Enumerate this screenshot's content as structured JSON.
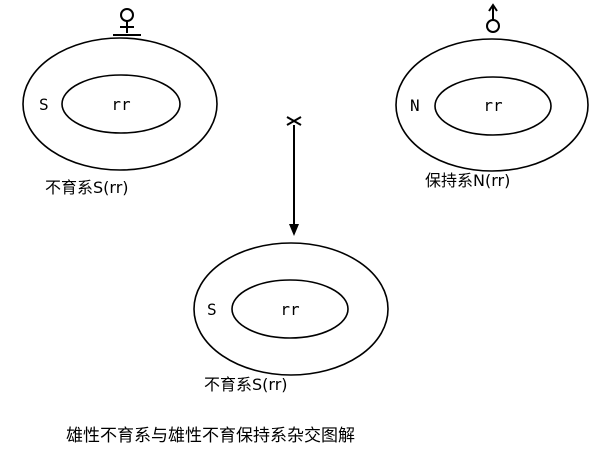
{
  "female_symbol": "♀",
  "male_symbol": "♂",
  "cross_symbol": "×",
  "female_line": {
    "cytoplasm": "S",
    "nucleus": "rr",
    "caption": "不育系S(rr)"
  },
  "male_line": {
    "cytoplasm": "N",
    "nucleus": "rr",
    "caption": "保持系N(rr)"
  },
  "offspring": {
    "cytoplasm": "S",
    "nucleus": "rr",
    "caption": "不育系S(rr)"
  },
  "figure_caption": "雄性不育系与雄性不育保持系杂交图解"
}
